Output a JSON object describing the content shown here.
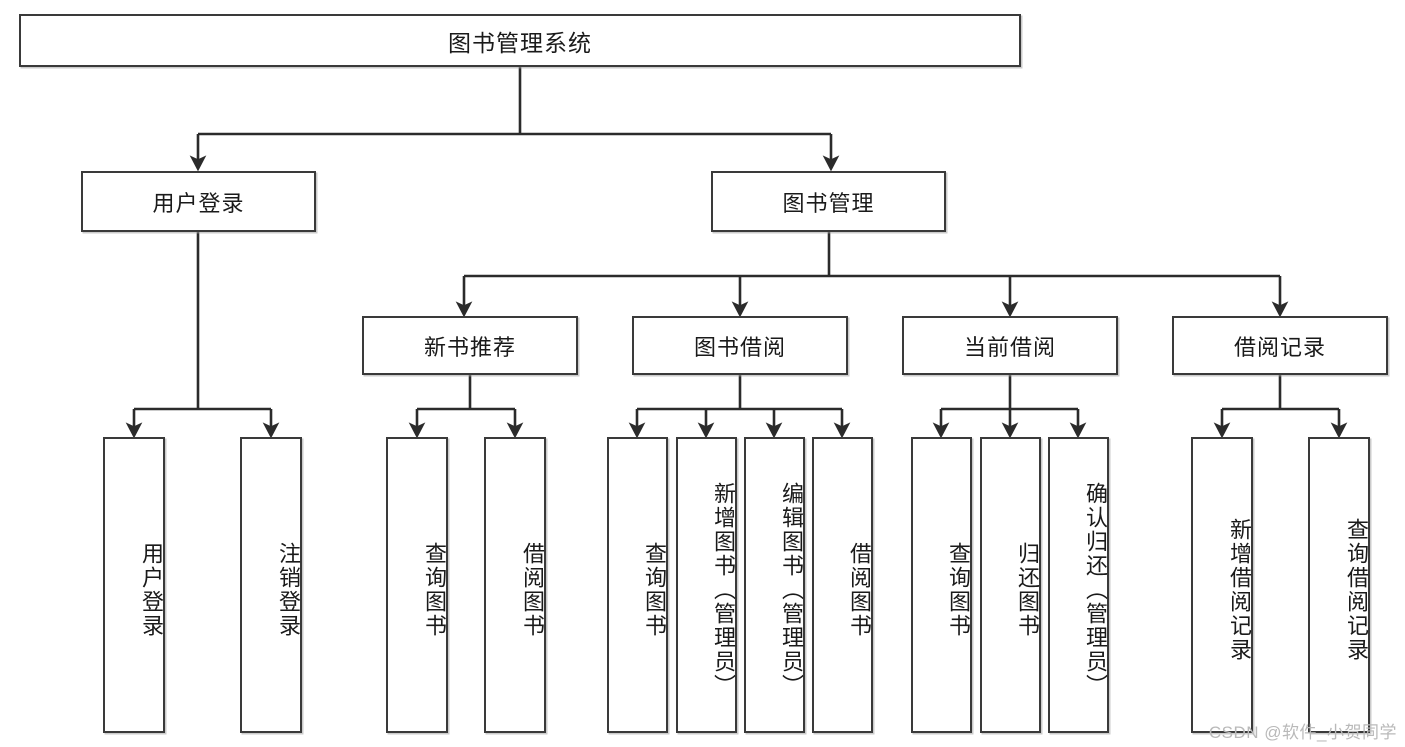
{
  "diagram": {
    "type": "hierarchy-tree",
    "title": "图书管理系统",
    "watermark": "CSDN @软件_小贺同学",
    "colors": {
      "box_border": "#3a3a3a",
      "box_fill": "#ffffff",
      "connector": "#2b2b2b",
      "watermark": "#b9b9b9"
    },
    "root": {
      "label": "图书管理系统"
    },
    "level2": [
      {
        "label": "用户登录"
      },
      {
        "label": "图书管理"
      }
    ],
    "level3": [
      {
        "label": "新书推荐"
      },
      {
        "label": "图书借阅"
      },
      {
        "label": "当前借阅"
      },
      {
        "label": "借阅记录"
      }
    ],
    "leaves": {
      "user_login": [
        {
          "label": "用户登录"
        },
        {
          "label": "注销登录"
        }
      ],
      "new_book_recommend": [
        {
          "label": "查询图书"
        },
        {
          "label": "借阅图书"
        }
      ],
      "book_borrow": [
        {
          "label": "查询图书"
        },
        {
          "label": "新增图书（管理员）"
        },
        {
          "label": "编辑图书（管理员）"
        },
        {
          "label": "借阅图书"
        }
      ],
      "current_borrow": [
        {
          "label": "查询图书"
        },
        {
          "label": "归还图书"
        },
        {
          "label": "确认归还（管理员）"
        }
      ],
      "borrow_record": [
        {
          "label": "新增借阅记录"
        },
        {
          "label": "查询借阅记录"
        }
      ]
    }
  }
}
